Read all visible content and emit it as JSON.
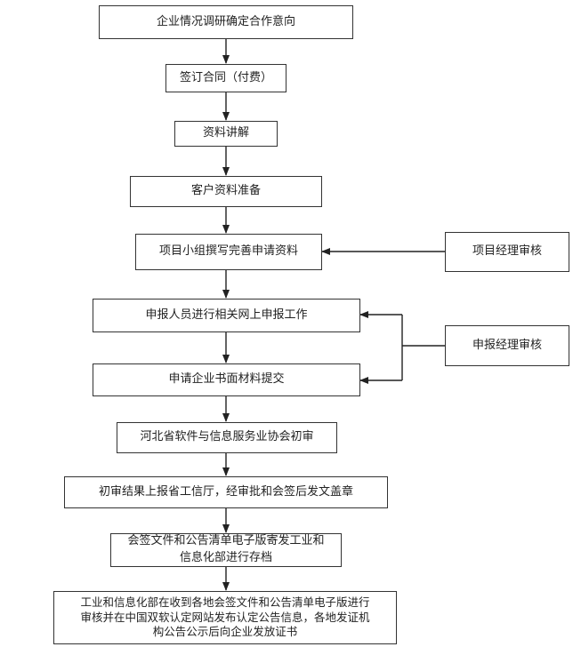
{
  "flowchart": {
    "steps": [
      "企业情况调研确定合作意向",
      "签订合同（付费）",
      "资料讲解",
      "客户资料准备",
      "项目小组撰写完善申请资料",
      "申报人员进行相关网上申报工作",
      "申请企业书面材料提交",
      "河北省软件与信息服务业协会初审",
      "初审结果上报省工信厅，经审批和会签后发文盖章",
      "会签文件和公告清单电子版寄发工业和\n信息化部进行存档",
      "工业和信息化部在收到各地会签文件和公告清单电子版进行\n审核并在中国双软认定网站发布认定公告信息，各地发证机\n构公告公示后向企业发放证书"
    ],
    "side_reviews": {
      "project_manager": "项目经理审核",
      "declaration_manager": "申报经理审核"
    }
  }
}
